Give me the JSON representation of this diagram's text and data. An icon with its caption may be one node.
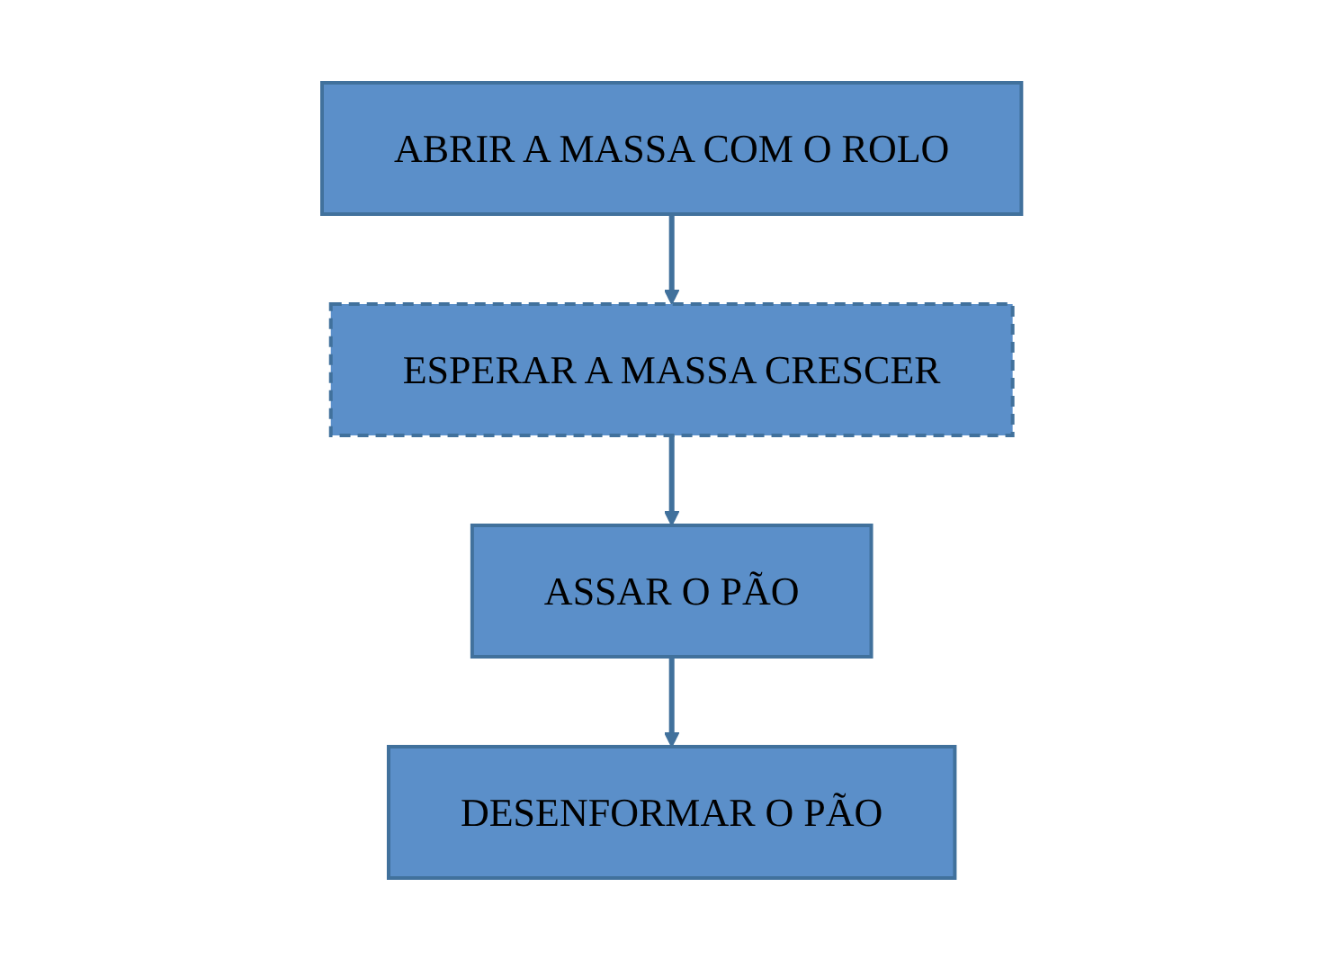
{
  "diagram": {
    "nodes": [
      {
        "text": [
          "ABRIR A MASSA COM O ROLO"
        ]
      },
      {
        "text": [
          "ESPERAR A MASSA CRESCER"
        ]
      },
      {
        "text": [
          "ASSAR O PÃO"
        ]
      },
      {
        "text": [
          "DESENFORMAR O PÃO"
        ]
      }
    ],
    "edges": [
      {
        "from": 0,
        "to": 1,
        "arrow": "to"
      },
      {
        "from": 1,
        "to": 2,
        "arrow": "to"
      },
      {
        "from": 2,
        "to": 3,
        "arrow": "to"
      }
    ]
  }
}
